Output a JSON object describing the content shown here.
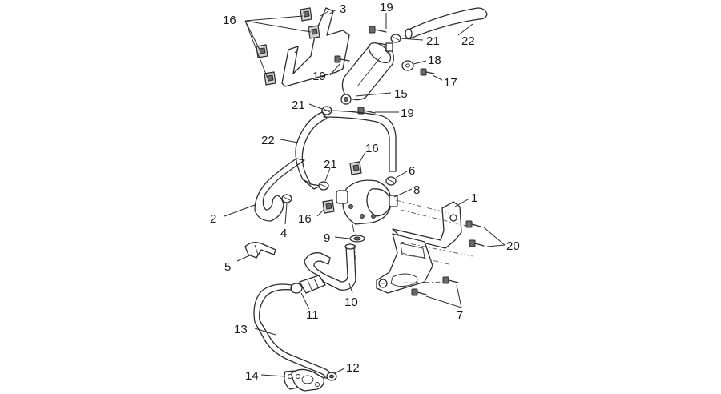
{
  "callouts": {
    "c1": "1",
    "c2": "2",
    "c3": "3",
    "c4": "4",
    "c5": "5",
    "c6": "6",
    "c7": "7",
    "c8": "8",
    "c9": "9",
    "c10": "10",
    "c11": "11",
    "c12": "12",
    "c13": "13",
    "c14": "14",
    "c15": "15",
    "c16a": "16",
    "c16b": "16",
    "c16c": "16",
    "c17": "17",
    "c18": "18",
    "c19a": "19",
    "c19b": "19",
    "c19c": "19",
    "c20": "20",
    "c21a": "21",
    "c21b": "21",
    "c21c": "21",
    "c22a": "22",
    "c22b": "22"
  }
}
